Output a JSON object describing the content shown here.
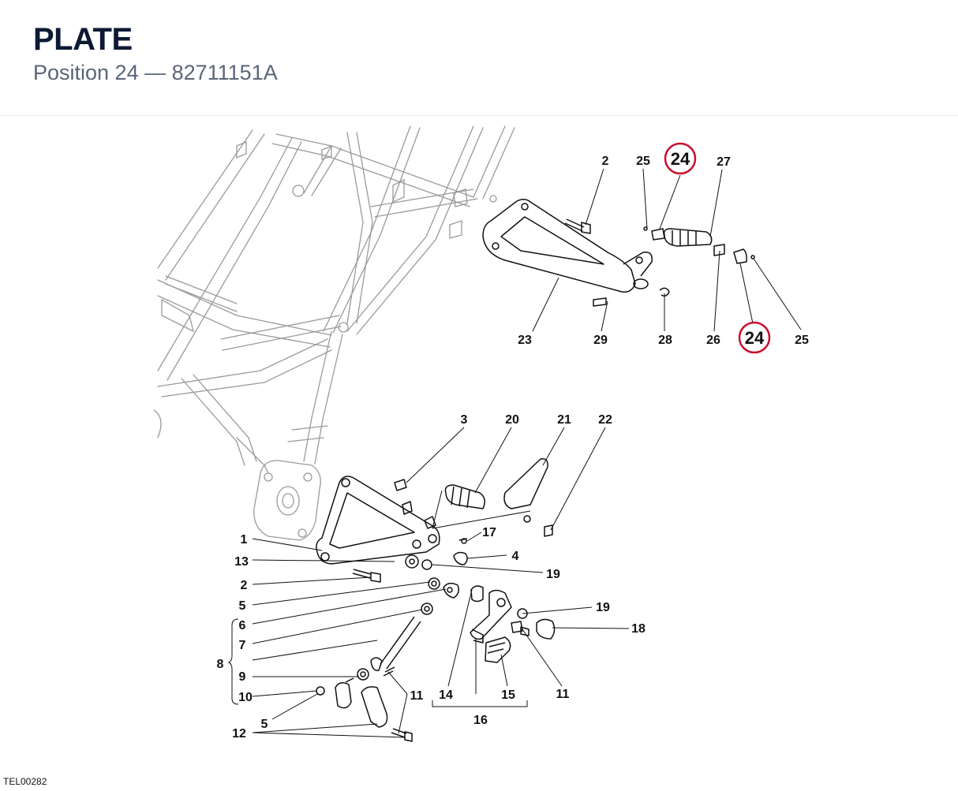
{
  "header": {
    "title": "PLATE",
    "subtitle": "Position 24 — 82711151A"
  },
  "diagram": {
    "reference_code": "TEL00282",
    "highlight_color": "#c8102e",
    "highlighted_callout": "24",
    "callouts": {
      "c2a": "2",
      "c25a": "25",
      "c24a": "24",
      "c27": "27",
      "c23": "23",
      "c29": "29",
      "c28": "28",
      "c26": "26",
      "c24b": "24",
      "c25b": "25",
      "c3": "3",
      "c20": "20",
      "c21": "21",
      "c22": "22",
      "c1": "1",
      "c17": "17",
      "c13": "13",
      "c4": "4",
      "c19a": "19",
      "c2b": "2",
      "c5a": "5",
      "c6": "6",
      "c19b": "19",
      "c18": "18",
      "c7": "7",
      "c8": "8",
      "c9": "9",
      "c10": "10",
      "c11a": "11",
      "c14": "14",
      "c15": "15",
      "c11b": "11",
      "c5b": "5",
      "c16": "16",
      "c12": "12"
    }
  }
}
